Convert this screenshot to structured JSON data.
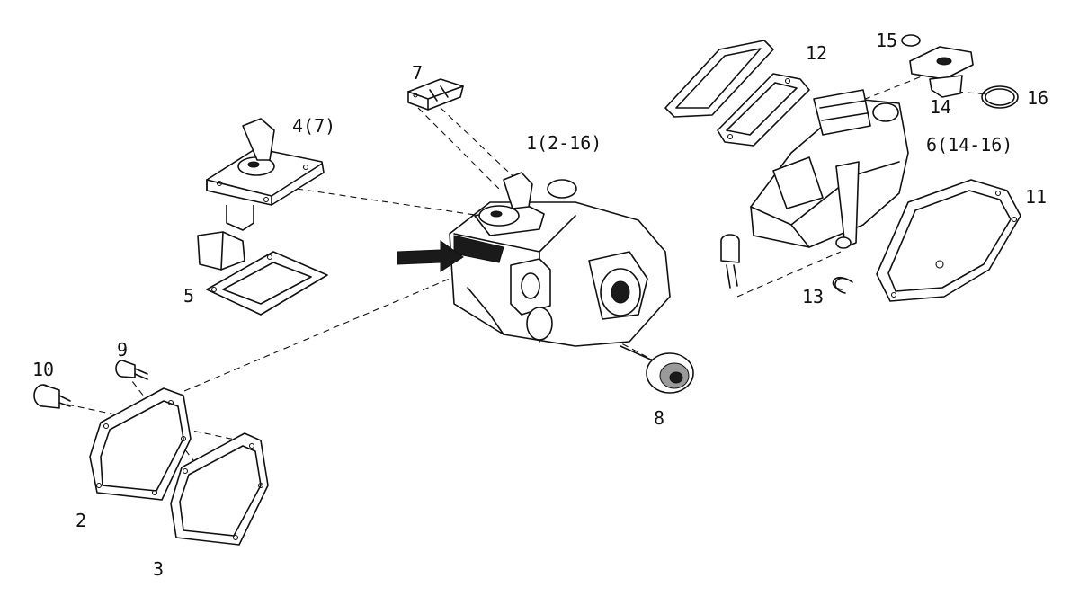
{
  "labels": {
    "assembly": "1(2-16)",
    "cover_gasket": "2",
    "gasket": "3",
    "lever_unit": "4(7)",
    "lever_gasket": "5",
    "housing_unit": "6(14-16)",
    "bracket": "7",
    "drive_shaft": "8",
    "plug_small": "9",
    "plug_large": "10",
    "housing_gasket": "11",
    "top_gasket": "12",
    "clip": "13",
    "cap": "14",
    "oring_small": "15",
    "oring_large": "16"
  },
  "colors": {
    "line": "#111111",
    "background": "#ffffff"
  }
}
